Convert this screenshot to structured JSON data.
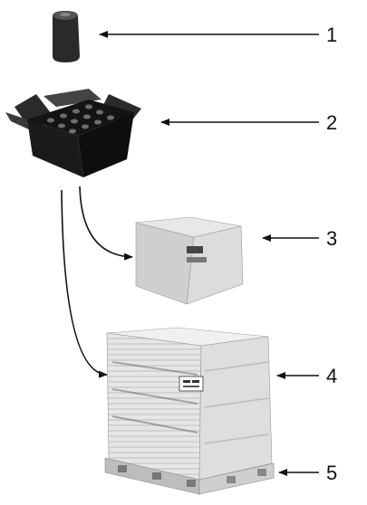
{
  "diagram": {
    "items": [
      {
        "id": "can",
        "number": "1"
      },
      {
        "id": "carton",
        "number": "2"
      },
      {
        "id": "case",
        "number": "3"
      },
      {
        "id": "wrapped-load",
        "number": "4"
      },
      {
        "id": "pallet",
        "number": "5"
      }
    ],
    "colors": {
      "ink": "#111111",
      "carton": "#1a1a1a",
      "case": "#d6d6d6",
      "load": "#e2e2e2",
      "background": "#ffffff"
    }
  }
}
